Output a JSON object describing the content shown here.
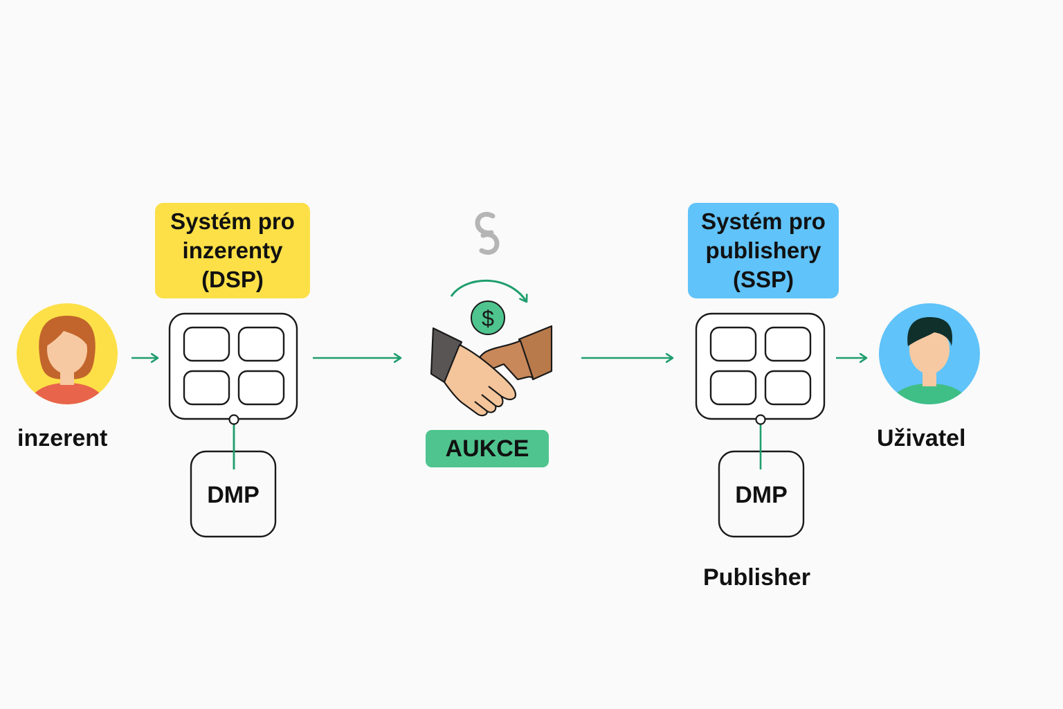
{
  "colors": {
    "arrow": "#1f9e6e",
    "dsp_box": "#fde047",
    "ssp_box": "#60c3f9",
    "aukce_box": "#4fc48e",
    "advertiser_bg": "#fde047",
    "user_bg": "#60c3f9",
    "outline": "#1a1a1a"
  },
  "advertiser": {
    "label": "inzerent",
    "icon": "woman-avatar-icon"
  },
  "dsp": {
    "line1": "Systém pro",
    "line2": "inzerenty",
    "line3": "(DSP)",
    "icon": "server-grid-icon"
  },
  "dmp_left": {
    "label": "DMP"
  },
  "auction": {
    "label": "AUKCE",
    "icon": "handshake-icon",
    "coin_icon": "dollar-coin-icon",
    "link_icon": "chain-link-icon",
    "coin_symbol": "$"
  },
  "ssp": {
    "line1": "Systém pro",
    "line2": "publishery",
    "line3": "(SSP)",
    "icon": "server-grid-icon"
  },
  "dmp_right": {
    "label": "DMP"
  },
  "publisher": {
    "label": "Publisher"
  },
  "user": {
    "label": "Uživatel",
    "icon": "man-avatar-icon"
  }
}
